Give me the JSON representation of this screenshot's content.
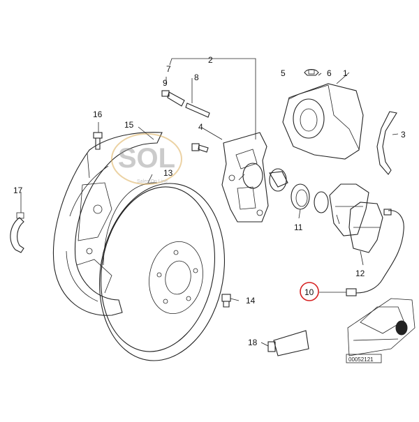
{
  "callouts": {
    "c1": "1",
    "c2": "2",
    "c3": "3",
    "c4": "4",
    "c5": "5",
    "c6": "6",
    "c7": "7",
    "c8": "8",
    "c9": "9",
    "c10": "10",
    "c11": "11",
    "c12": "12",
    "c13": "13",
    "c14": "14",
    "c15": "15",
    "c16": "16",
    "c17": "17",
    "c18": "18"
  },
  "watermark": {
    "logo_text": "SOL",
    "tagline": "Sales On Line"
  },
  "diagram_code": "00052121",
  "colors": {
    "highlight_circle": "#d62020",
    "logo_accent": "#d9a64a",
    "ink": "#222222"
  }
}
